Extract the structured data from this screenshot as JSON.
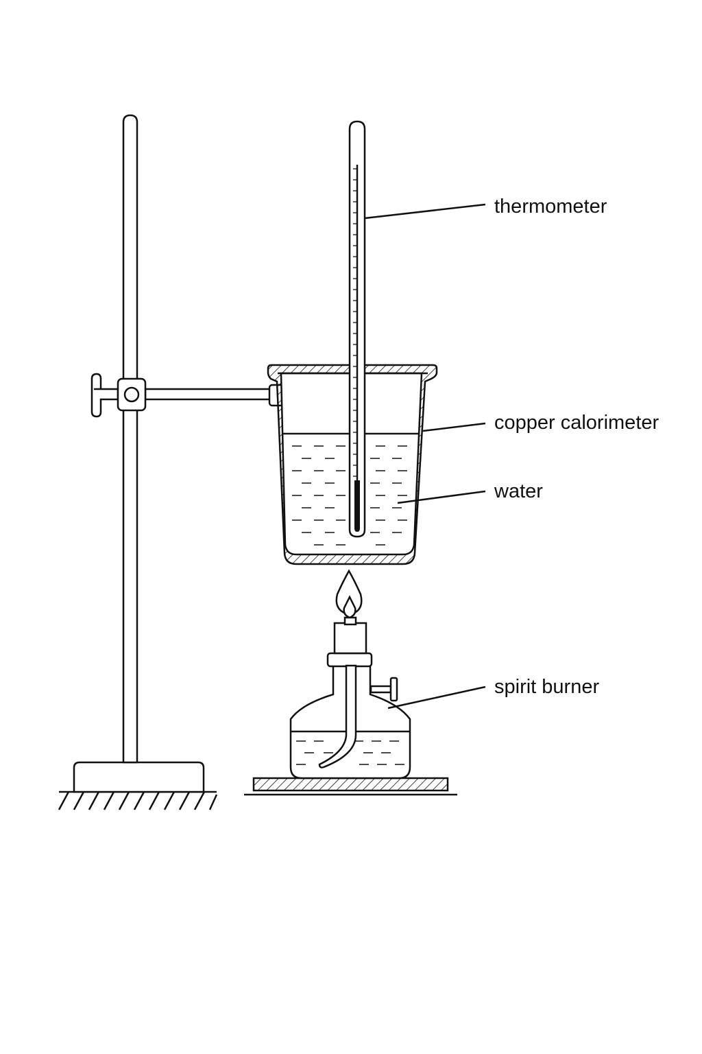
{
  "labels": {
    "thermometer": "thermometer",
    "calorimeter": "copper calorimeter",
    "water": "water",
    "burner": "spirit burner"
  },
  "colors": {
    "ink": "#111111",
    "background": "#ffffff"
  }
}
